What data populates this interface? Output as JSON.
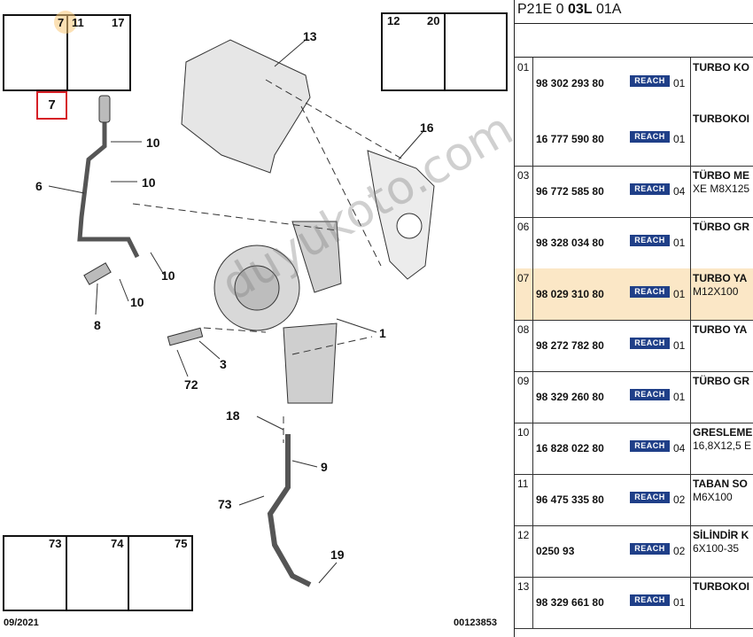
{
  "header": {
    "prefix": "P21E 0 ",
    "bold": "03L",
    "suffix": " 01A"
  },
  "watermark": "duyukoto.com",
  "footer": {
    "date": "09/2021",
    "code": "00123853"
  },
  "top_boxes": {
    "left": [
      "7",
      "11",
      "17"
    ],
    "right": [
      "12",
      "20"
    ]
  },
  "bottom_boxes": [
    "73",
    "74",
    "75"
  ],
  "highlight_label": "7",
  "callouts": [
    "13",
    "16",
    "10",
    "10",
    "6",
    "10",
    "10",
    "8",
    "1",
    "3",
    "72",
    "18",
    "9",
    "73",
    "19"
  ],
  "rows": [
    {
      "idx": "01",
      "pn": "98 302 293 80",
      "qty": "01",
      "desc": "TURBO KO",
      "desc2": "",
      "pn2": "16 777 590 80",
      "qty2": "01",
      "desc_b": "TURBOKOI"
    },
    {
      "idx": "03",
      "pn": "96 772 585 80",
      "qty": "04",
      "desc": "TÜRBO ME",
      "desc2": "XE M8X125"
    },
    {
      "idx": "06",
      "pn": "98 328 034 80",
      "qty": "01",
      "desc": "TÜRBO GR",
      "desc2": ""
    },
    {
      "idx": "07",
      "pn": "98 029 310 80",
      "qty": "01",
      "desc": "TURBO YA",
      "desc2": "M12X100",
      "selected": true
    },
    {
      "idx": "08",
      "pn": "98 272 782 80",
      "qty": "01",
      "desc": "TURBO YA",
      "desc2": ""
    },
    {
      "idx": "09",
      "pn": "98 329 260 80",
      "qty": "01",
      "desc": "TÜRBO GR",
      "desc2": ""
    },
    {
      "idx": "10",
      "pn": "16 828 022 80",
      "qty": "04",
      "desc": "GRESLEME",
      "desc2": "16,8X12,5 E"
    },
    {
      "idx": "11",
      "pn": "96 475 335 80",
      "qty": "02",
      "desc": "TABAN SO",
      "desc2": "M6X100"
    },
    {
      "idx": "12",
      "pn": "0250 93",
      "qty": "02",
      "desc": "SİLİNDİR K",
      "desc2": "6X100-35"
    },
    {
      "idx": "13",
      "pn": "98 329 661 80",
      "qty": "01",
      "desc": "TURBOKOI",
      "desc2": ""
    }
  ],
  "reach_label": "REACH",
  "colors": {
    "highlight": "#fbe7c6",
    "reach": "#1f3f88",
    "red_box": "#d61f26"
  }
}
